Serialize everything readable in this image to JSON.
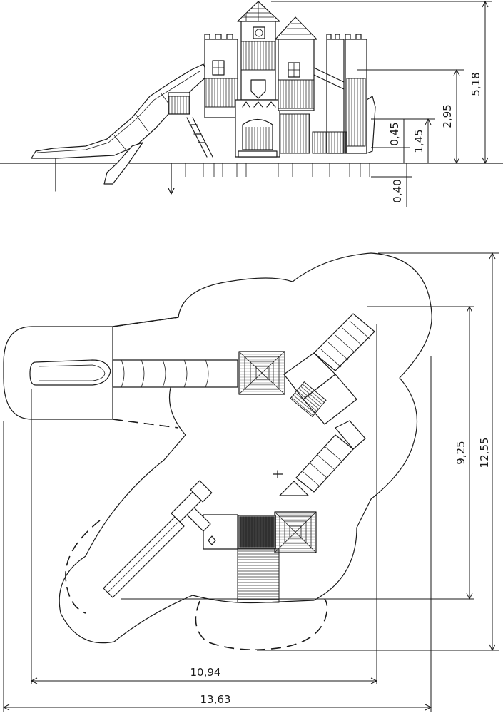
{
  "elevation": {
    "dimensions": {
      "total_height": "5,18",
      "platform_height": "2,95",
      "deck_height": "1,45",
      "low_deck_height": "0,45",
      "foundation_depth": "0,40"
    }
  },
  "plan": {
    "dimensions": {
      "structure_depth": "9,25",
      "zone_depth": "12,55",
      "structure_width": "10,94",
      "zone_width": "13,63"
    }
  },
  "colors": {
    "line": "#1a1a1a",
    "background": "#ffffff"
  }
}
